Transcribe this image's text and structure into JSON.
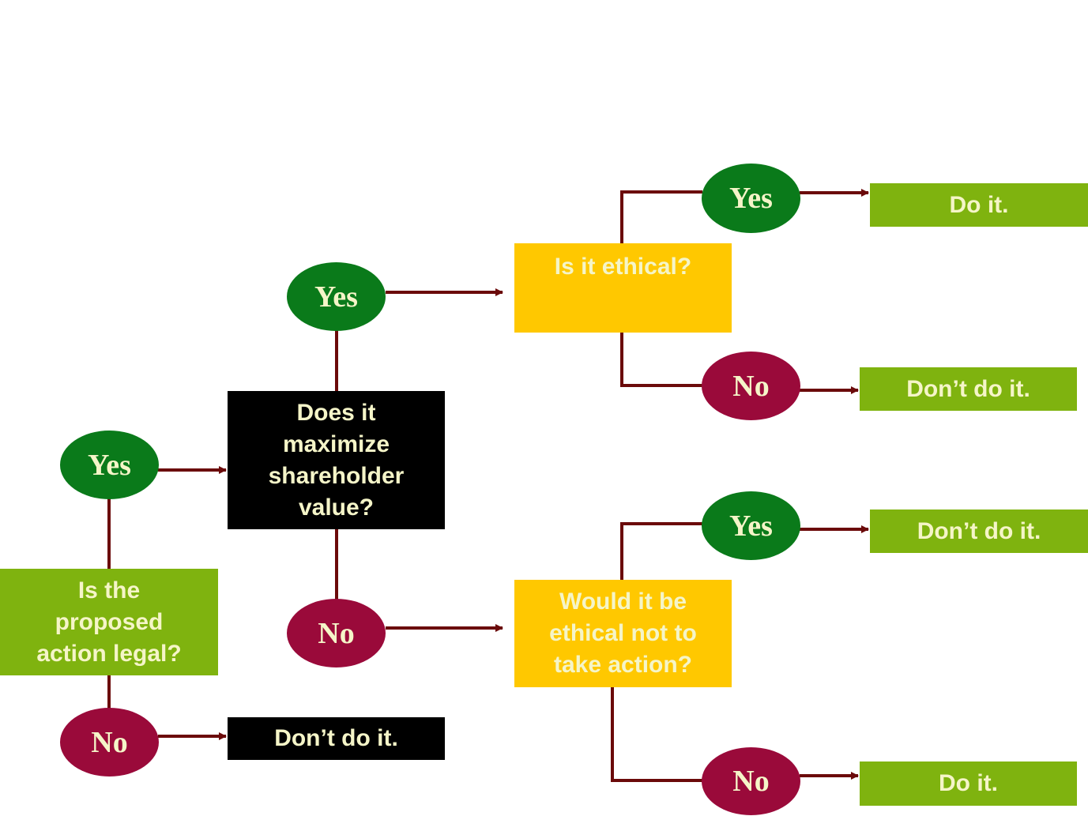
{
  "colors": {
    "connector": "#6b0a0a",
    "yes_oval": "#0a7a1a",
    "no_oval": "#9a0a3a",
    "green_box": "#7fb30f",
    "yellow_box": "#ffc800",
    "black_box": "#000000",
    "text": "#f5f5c8"
  },
  "nodes": {
    "q_legal": "Is the\nproposed\naction legal?",
    "q_maximize": "Does it\nmaximize\nshareholder\nvalue?",
    "q_ethical": "Is it ethical?",
    "q_ethical_not": "Would it be\nethical not to\ntake action?",
    "out_legal_no": "Don’t do it.",
    "out_ethical_yes": "Do it.",
    "out_ethical_no": "Don’t do it.",
    "out_ethical_not_yes": "Don’t do it.",
    "out_ethical_not_no": "Do it."
  },
  "answers": {
    "legal_yes": "Yes",
    "legal_no": "No",
    "maximize_yes": "Yes",
    "maximize_no": "No",
    "ethical_yes": "Yes",
    "ethical_no": "No",
    "ethical_not_yes": "Yes",
    "ethical_not_no": "No"
  }
}
